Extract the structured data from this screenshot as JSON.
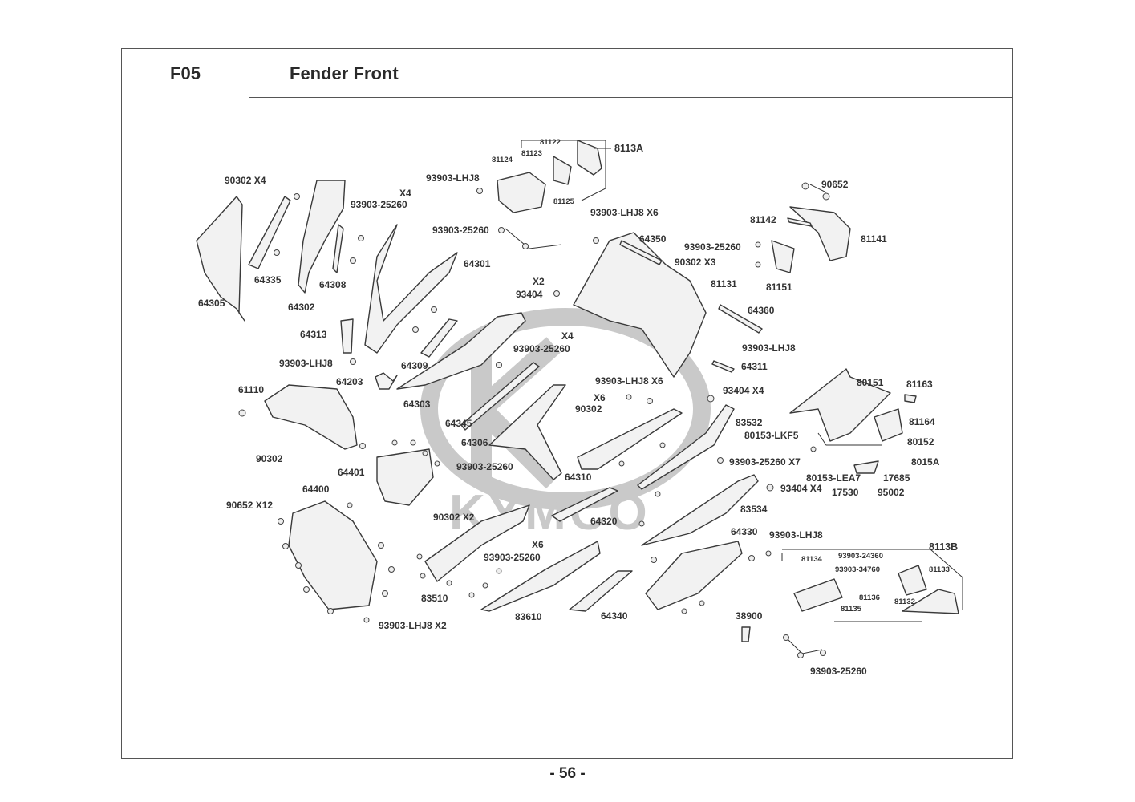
{
  "header": {
    "section_code": "F05",
    "section_title": "Fender Front"
  },
  "watermark": "KYMCO",
  "page_number": "- 56 -",
  "labels": [
    {
      "id": "l0",
      "text": "90302  X4"
    },
    {
      "id": "l1",
      "text": "X4"
    },
    {
      "id": "l2",
      "text": "93903-25260"
    },
    {
      "id": "l3",
      "text": "64335"
    },
    {
      "id": "l4",
      "text": "64308"
    },
    {
      "id": "l5",
      "text": "64302"
    },
    {
      "id": "l6",
      "text": "64305"
    },
    {
      "id": "l7",
      "text": "64313"
    },
    {
      "id": "l8",
      "text": "93903-LHJ8"
    },
    {
      "id": "l9",
      "text": "93903-25260"
    },
    {
      "id": "l10",
      "text": "64301"
    },
    {
      "id": "l11",
      "text": "X2"
    },
    {
      "id": "l12",
      "text": "93404"
    },
    {
      "id": "l13",
      "text": "81122"
    },
    {
      "id": "l14",
      "text": "81123"
    },
    {
      "id": "l15",
      "text": "81124"
    },
    {
      "id": "l16",
      "text": "81125"
    },
    {
      "id": "l17",
      "text": "8113A"
    },
    {
      "id": "l18",
      "text": "93903-LHJ8 X6"
    },
    {
      "id": "l19",
      "text": "64350"
    },
    {
      "id": "l20",
      "text": "90652"
    },
    {
      "id": "l21",
      "text": "81142"
    },
    {
      "id": "l22",
      "text": "81141"
    },
    {
      "id": "l23",
      "text": "93903-25260"
    },
    {
      "id": "l24",
      "text": "90302  X3"
    },
    {
      "id": "l25",
      "text": "81131"
    },
    {
      "id": "l26",
      "text": "81151"
    },
    {
      "id": "l27",
      "text": "64360"
    },
    {
      "id": "l28",
      "text": "93903-LHJ8"
    },
    {
      "id": "l29",
      "text": "64311"
    },
    {
      "id": "l30",
      "text": "93903-LHJ8"
    },
    {
      "id": "l31",
      "text": "64309"
    },
    {
      "id": "l32",
      "text": "64203"
    },
    {
      "id": "l33",
      "text": "64303"
    },
    {
      "id": "l34",
      "text": "X4"
    },
    {
      "id": "l35",
      "text": "93903-25260"
    },
    {
      "id": "l36",
      "text": "64345"
    },
    {
      "id": "l37",
      "text": "64306"
    },
    {
      "id": "l38",
      "text": "61110"
    },
    {
      "id": "l39",
      "text": "90302"
    },
    {
      "id": "l40",
      "text": "64401"
    },
    {
      "id": "l41",
      "text": "93903-25260"
    },
    {
      "id": "l42",
      "text": "90652  X12"
    },
    {
      "id": "l43",
      "text": "64400"
    },
    {
      "id": "l44",
      "text": "93903-LHJ8 X6"
    },
    {
      "id": "l45",
      "text": "X6"
    },
    {
      "id": "l46",
      "text": "90302"
    },
    {
      "id": "l47",
      "text": "64310"
    },
    {
      "id": "l48",
      "text": "93404   X4"
    },
    {
      "id": "l49",
      "text": "83532"
    },
    {
      "id": "l50",
      "text": "93903-25260 X7"
    },
    {
      "id": "l51",
      "text": "80151"
    },
    {
      "id": "l52",
      "text": "81163"
    },
    {
      "id": "l53",
      "text": "81164"
    },
    {
      "id": "l54",
      "text": "80153-LKF5"
    },
    {
      "id": "l55",
      "text": "80152"
    },
    {
      "id": "l56",
      "text": "8015A"
    },
    {
      "id": "l57",
      "text": "80153-LEA7"
    },
    {
      "id": "l58",
      "text": "17685"
    },
    {
      "id": "l59",
      "text": "93404  X4"
    },
    {
      "id": "l60",
      "text": "17530"
    },
    {
      "id": "l61",
      "text": "95002"
    },
    {
      "id": "l62",
      "text": "83534"
    },
    {
      "id": "l63",
      "text": "64320"
    },
    {
      "id": "l64",
      "text": "90302  X2"
    },
    {
      "id": "l65",
      "text": "X6"
    },
    {
      "id": "l66",
      "text": "93903-25260"
    },
    {
      "id": "l67",
      "text": "83510"
    },
    {
      "id": "l68",
      "text": "83610"
    },
    {
      "id": "l69",
      "text": "64340"
    },
    {
      "id": "l70",
      "text": "64330"
    },
    {
      "id": "l71",
      "text": "93903-LHJ8"
    },
    {
      "id": "l72",
      "text": "38900"
    },
    {
      "id": "l73",
      "text": "93903-25260"
    },
    {
      "id": "l74",
      "text": "93903-LHJ8 X2"
    },
    {
      "id": "l75",
      "text": "8113B"
    },
    {
      "id": "l76",
      "text": "81134"
    },
    {
      "id": "l77",
      "text": "93903-24360"
    },
    {
      "id": "l78",
      "text": "93903-34760"
    },
    {
      "id": "l79",
      "text": "81133"
    },
    {
      "id": "l80",
      "text": "81136"
    },
    {
      "id": "l81",
      "text": "81132"
    },
    {
      "id": "l82",
      "text": "81135"
    }
  ]
}
